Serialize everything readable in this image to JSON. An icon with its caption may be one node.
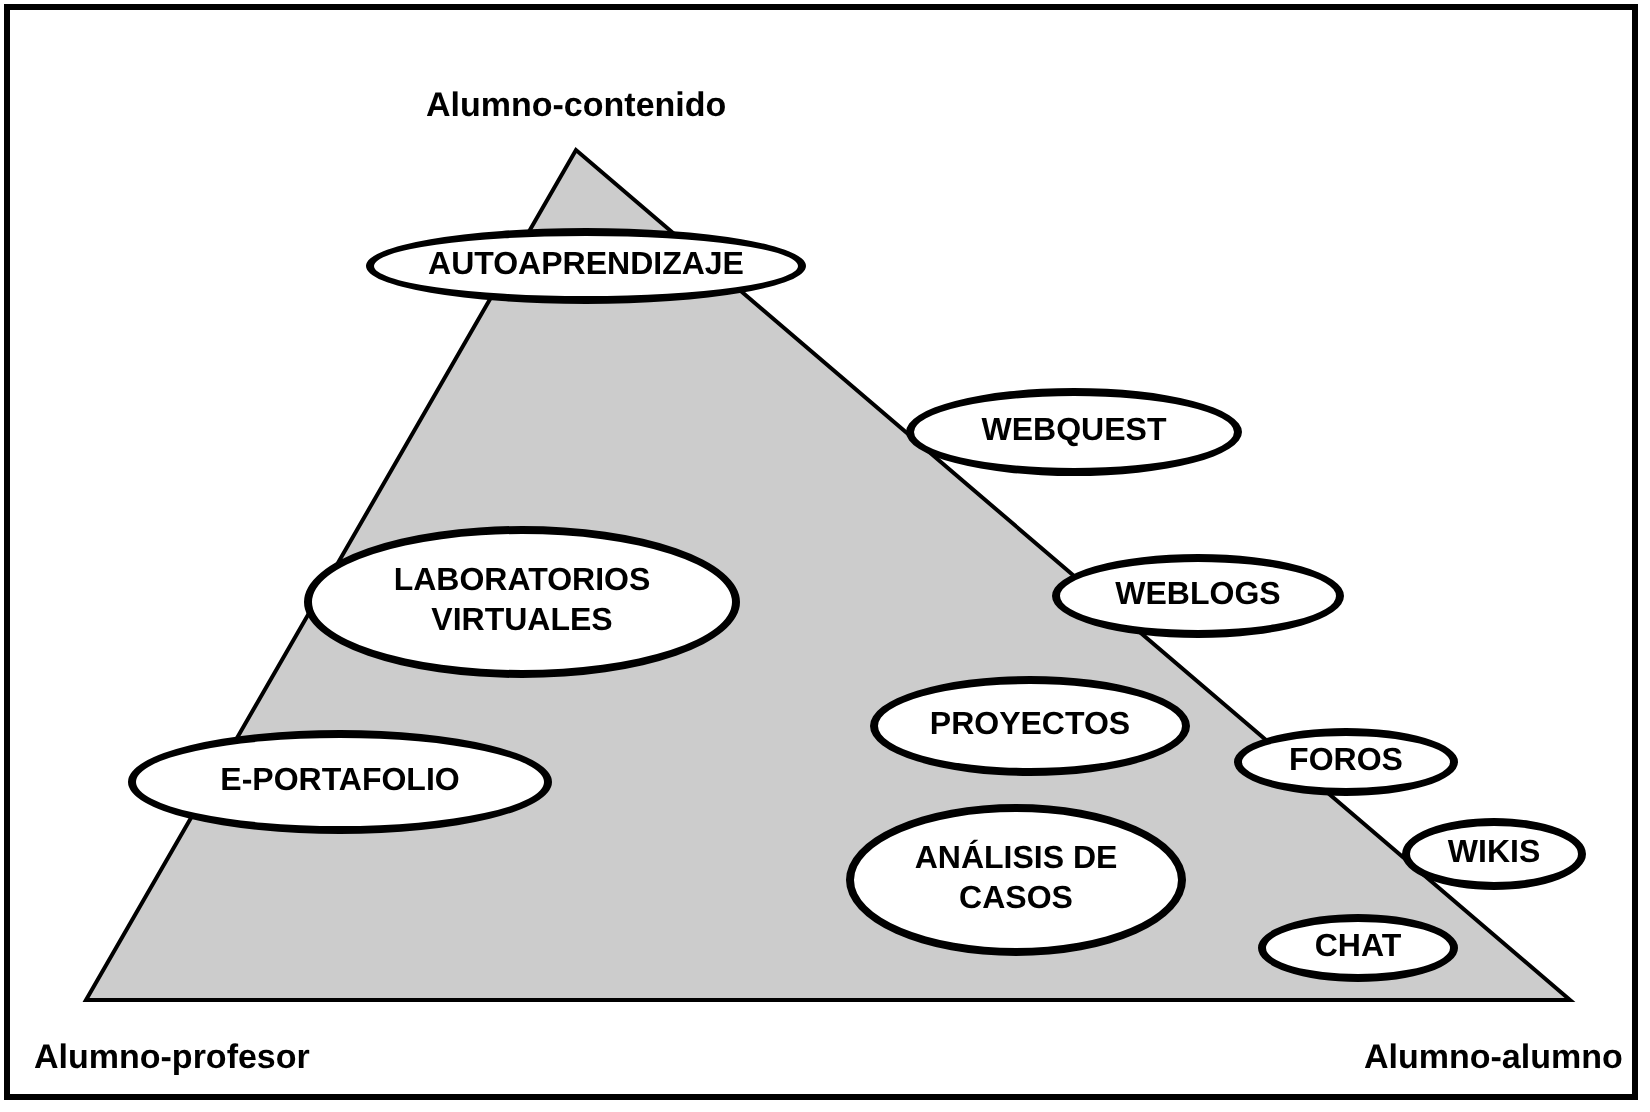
{
  "diagram": {
    "nodes": [
      {
        "text": [
          "AUTOAPRENDIZAJE"
        ]
      },
      {
        "text": [
          "WEBQUEST"
        ]
      },
      {
        "text": [
          "WEBLOGS"
        ]
      },
      {
        "text": [
          "LABORATORIOS VIRTUALES"
        ]
      },
      {
        "text": [
          "PROYECTOS"
        ]
      },
      {
        "text": [
          "FOROS"
        ]
      },
      {
        "text": [
          "E-PORTAFOLIO"
        ]
      },
      {
        "text": [
          "WIKIS"
        ]
      },
      {
        "text": [
          "ANÁLISIS DE CASOS"
        ]
      },
      {
        "text": [
          "CHAT"
        ]
      }
    ],
    "labels": [
      "Alumno-contenido",
      "Alumno-profesor",
      "Alumno-alumno"
    ]
  }
}
